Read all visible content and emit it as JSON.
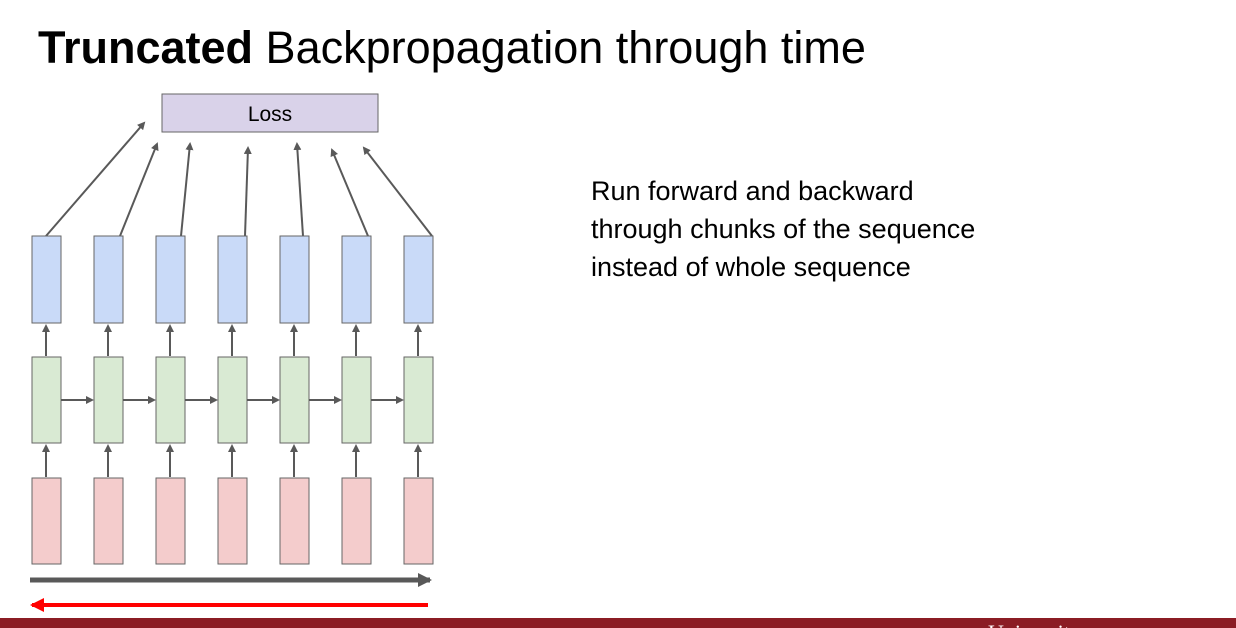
{
  "slide": {
    "title_bold": "Truncated",
    "title_rest": " Backpropagation through time",
    "body_text": "Run forward and backward through chunks of the sequence instead of whole sequence"
  },
  "diagram": {
    "loss_label": "Loss",
    "timesteps": 7,
    "colors": {
      "loss_fill": "#d9d2e9",
      "output_fill": "#c9daf8",
      "hidden_fill": "#d9ead3",
      "input_fill": "#f4cccc",
      "arrow_gray": "#595959",
      "backward_red": "#ff0000",
      "box_stroke": "#666666"
    }
  },
  "footer": {
    "text": "University",
    "color": "#8b1c24"
  }
}
